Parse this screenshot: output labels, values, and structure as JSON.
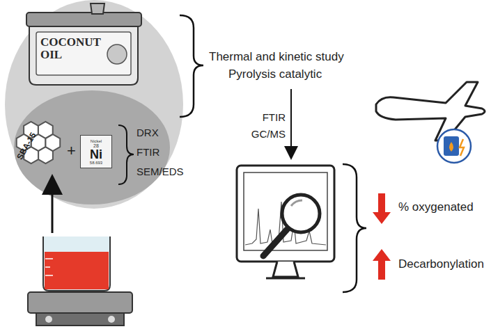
{
  "diagram": {
    "nodes": [
      {
        "text": [
          "COCONUT OIL"
        ]
      },
      {
        "text": [
          "Nickel",
          "28",
          "Ni",
          "58.693"
        ]
      }
    ],
    "labels": [
      "SBA-15",
      "+",
      "DRX",
      "FTIR",
      "SEM/EDS",
      "Thermal and kinetic study",
      "Pyrolysis catalytic",
      "FTIR",
      "GC/MS",
      "% oxygenated",
      "Decarbonylation"
    ]
  }
}
